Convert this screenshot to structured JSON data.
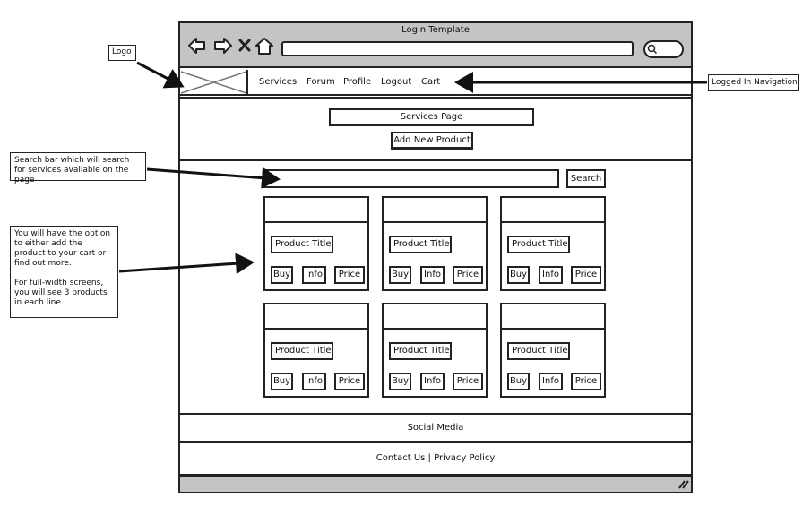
{
  "window": {
    "title": "Login Template"
  },
  "nav": {
    "items": [
      "Services",
      "Forum",
      "Profile",
      "Logout",
      "Cart"
    ]
  },
  "header": {
    "title": "Services Page",
    "add_button": "Add New Product"
  },
  "search": {
    "button": "Search",
    "placeholder": ""
  },
  "products": [
    {
      "title": "Product Title",
      "buy": "Buy",
      "info": "Info",
      "price": "Price"
    },
    {
      "title": "Product Title",
      "buy": "Buy",
      "info": "Info",
      "price": "Price"
    },
    {
      "title": "Product Title",
      "buy": "Buy",
      "info": "Info",
      "price": "Price"
    },
    {
      "title": "Product Title",
      "buy": "Buy",
      "info": "Info",
      "price": "Price"
    },
    {
      "title": "Product Title",
      "buy": "Buy",
      "info": "Info",
      "price": "Price"
    },
    {
      "title": "Product Title",
      "buy": "Buy",
      "info": "Info",
      "price": "Price"
    }
  ],
  "footer": {
    "social": "Social Media",
    "links": "Contact Us | Privacy Policy"
  },
  "annotations": {
    "logo": "Logo",
    "nav": "Logged In Navigation",
    "search": "Search bar which will search for services available on the page",
    "products_1": "You will have the option to either add the product to your cart or find out more.",
    "products_2": "For full-width screens, you will see 3 products in each line."
  },
  "icons": [
    "back-icon",
    "forward-icon",
    "stop-icon",
    "home-icon",
    "search-icon",
    "resize-grip-icon"
  ]
}
